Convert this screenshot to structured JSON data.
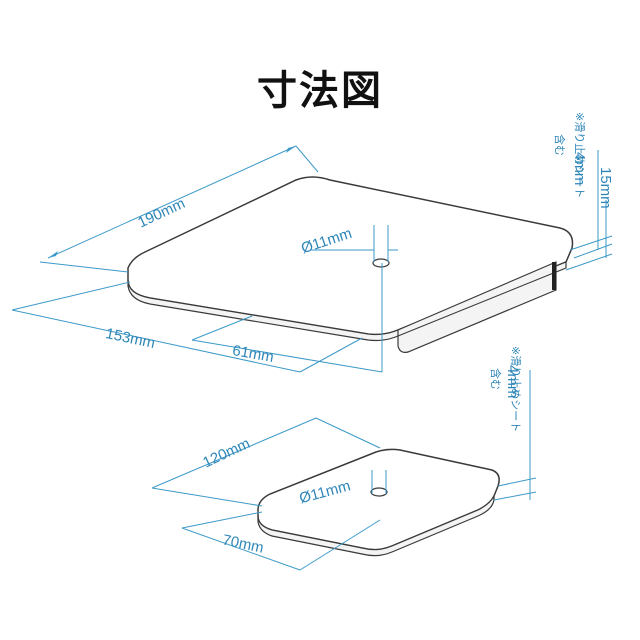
{
  "title": "寸法図",
  "large_stand": {
    "width": "190mm",
    "depth": "153mm",
    "hole_offset": "61mm",
    "hole_diameter": "Ø11mm",
    "sheet_thickness": "4mm",
    "total_height": "15mm",
    "note_line1": "※滑り止めシート",
    "note_line2": "含む"
  },
  "small_stand": {
    "width": "120mm",
    "hole_offset": "70mm",
    "hole_diameter": "Ø11mm",
    "sheet_thickness": "4mm",
    "note_line1": "※滑り止めシート",
    "note_line2": "含む"
  }
}
